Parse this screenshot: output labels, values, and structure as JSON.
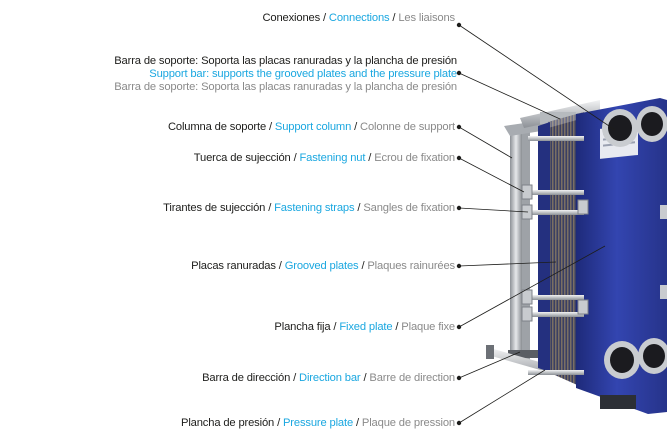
{
  "colors": {
    "english": "#1aa7e0",
    "spanish": "#1d1d1b",
    "french": "#8a8a8a",
    "plate_body": "#2b3a9c",
    "frame": "#b9bcc0"
  },
  "labels": {
    "connections": {
      "es": "Conexiones",
      "en": "Connections",
      "fr": "Les liaisons"
    },
    "support_bar": {
      "es": "Barra de soporte: Soporta las placas ranuradas y la plancha de presión",
      "en": "Support bar: supports the grooved plates and the pressure plate",
      "fr": "Barra de soporte: Soporta las placas ranuradas y la plancha de presión"
    },
    "support_column": {
      "es": "Columna de soporte",
      "en": "Support column",
      "fr": "Colonne de support"
    },
    "fastening_nut": {
      "es": "Tuerca de sujección",
      "en": "Fastening nut",
      "fr": "Ecrou de fixation"
    },
    "fastening_straps": {
      "es": "Tirantes de sujección",
      "en": "Fastening straps",
      "fr": "Sangles de fixation"
    },
    "grooved_plates": {
      "es": "Placas ranuradas",
      "en": "Grooved plates",
      "fr": "Plaques rainurées"
    },
    "fixed_plate": {
      "es": "Plancha fija",
      "en": "Fixed plate",
      "fr": "Plaque fixe"
    },
    "direction_bar": {
      "es": "Barra de dirección",
      "en": "Direction bar",
      "fr": "Barre de direction"
    },
    "pressure_plate": {
      "es": "Plancha de presión",
      "en": "Pressure plate",
      "fr": "Plaque de pression"
    },
    "separator": " / "
  }
}
